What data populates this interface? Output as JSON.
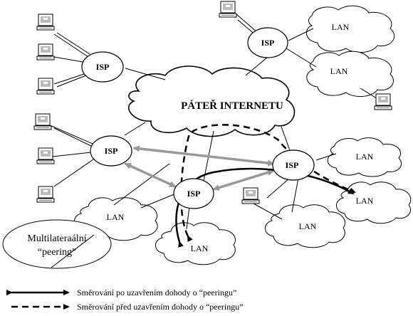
{
  "diagram": {
    "backbone": "PÁTEŘ INTERNETU",
    "isp_label": "ISP",
    "lan_label": "LAN",
    "peering_note": {
      "line1": "Multilateraální",
      "line2": "“peering”"
    },
    "legend": {
      "solid": "Směrování po uzavřením dohody o “peeringu”",
      "dashed": "Směrování před uzavřením dohody o “peeringu”"
    }
  }
}
